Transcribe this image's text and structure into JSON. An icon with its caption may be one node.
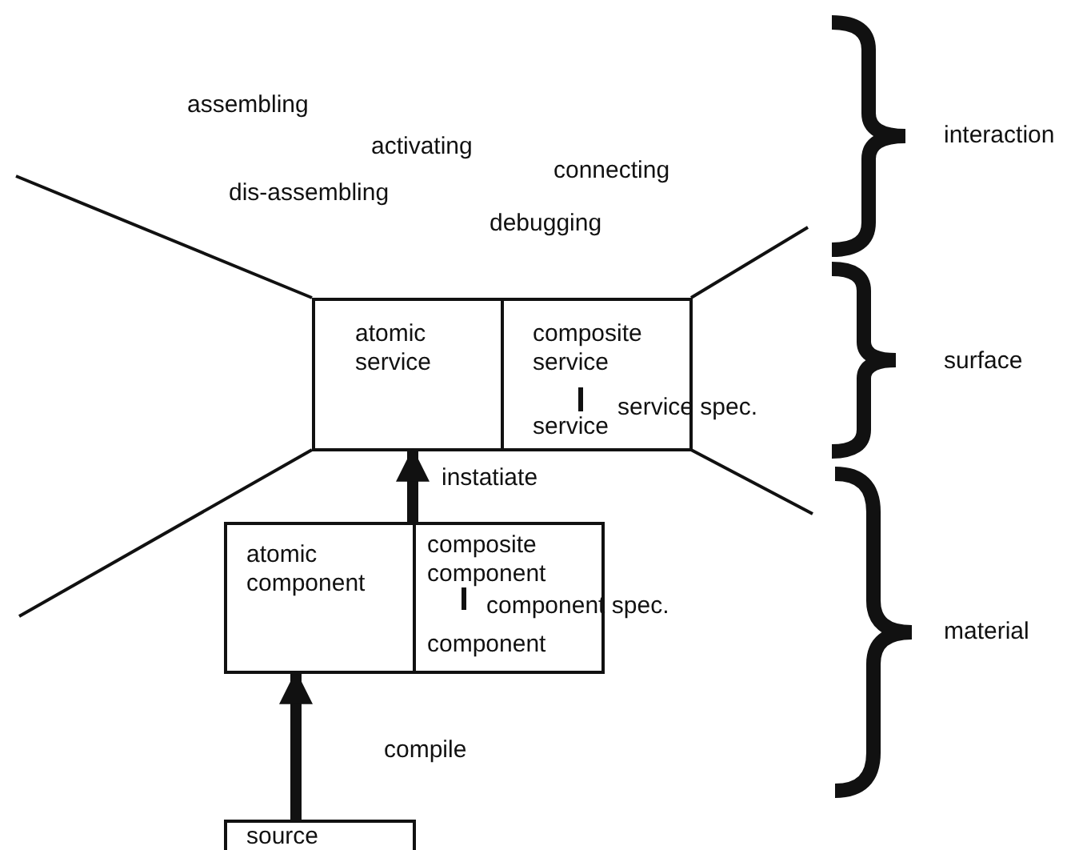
{
  "diagram": {
    "nodes": [
      {
        "text": [
          "atomic service"
        ]
      },
      {
        "text": [
          "composite service",
          "service spec.",
          "service"
        ]
      },
      {
        "text": [
          "atomic component"
        ]
      },
      {
        "text": [
          "composite component",
          "component spec.",
          "component"
        ]
      },
      {
        "text": [
          "source"
        ]
      }
    ],
    "edges": [
      {
        "from": 4,
        "to": 2,
        "arrow": "to",
        "label": "compile"
      },
      {
        "from": 2,
        "to": 0,
        "arrow": "to",
        "label": "instatiate"
      }
    ],
    "labels": [
      "assembling",
      "activating",
      "interaction",
      "dis-assembling",
      "connecting",
      "debugging",
      "surface",
      "material"
    ]
  }
}
